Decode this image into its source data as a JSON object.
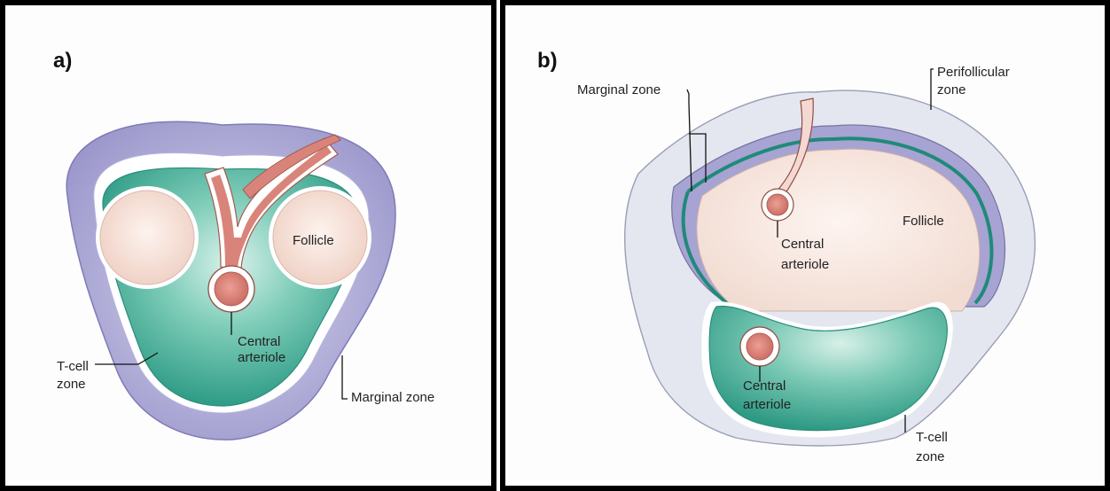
{
  "panels": [
    {
      "letter": "a)",
      "labels": {
        "follicle": "Follicle",
        "central_arteriole_1": "Central",
        "central_arteriole_2": "arteriole",
        "t_cell_zone_1": "T-cell",
        "t_cell_zone_2": "zone",
        "marginal_zone": "Marginal zone"
      }
    },
    {
      "letter": "b)",
      "labels": {
        "marginal_zone": "Marginal zone",
        "perifollicular_1": "Perifollicular",
        "perifollicular_2": "zone",
        "follicle": "Follicle",
        "central_arteriole_top_1": "Central",
        "central_arteriole_top_2": "arteriole",
        "central_arteriole_bottom_1": "Central",
        "central_arteriole_bottom_2": "arteriole",
        "t_cell_zone_1": "T-cell",
        "t_cell_zone_2": "zone"
      }
    }
  ],
  "colors": {
    "marginal_zone": "#a9a6d4",
    "perifollicular_zone": "#e3e6ef",
    "follicle": "#f5dfd6",
    "t_cell_zone": "#3fae97",
    "arteriole": "#d9847a",
    "border": "#000000"
  }
}
